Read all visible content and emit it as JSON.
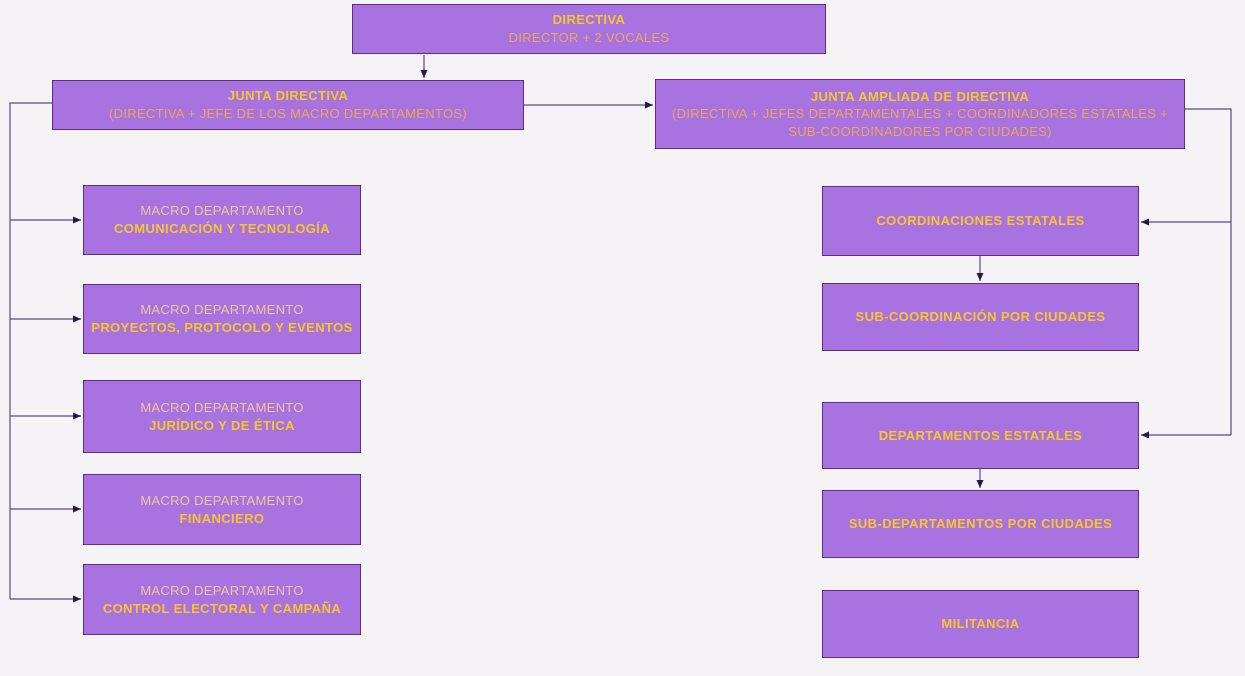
{
  "colors": {
    "background": "#f5f3f5",
    "node_fill": "#a873e0",
    "node_border": "#5d2d87",
    "title_yellow": "#f6c72b",
    "subtitle_orange": "#eaa65e",
    "label_peach": "#f0c59c",
    "connector_line": "#5b4886",
    "arrowhead": "#27184a"
  },
  "nodes": {
    "directiva": {
      "title": "DIRECTIVA",
      "subtitle": "DIRECTOR + 2 VOCALES"
    },
    "junta_directiva": {
      "title": "JUNTA DIRECTIVA",
      "subtitle": "(DIRECTIVA + JEFE DE LOS MACRO DEPARTAMENTOS)"
    },
    "junta_ampliada": {
      "title": "JUNTA AMPLIADA DE DIRECTIVA",
      "subtitle": "(DIRECTIVA + JEFES DEPARTAMENTALES + COORDINADORES ESTATALES + SUB-COORDINADORES POR CIUDADES)"
    },
    "macro_departamentos": [
      {
        "label": "MACRO DEPARTAMENTO",
        "name": "COMUNICACIÓN Y TECNOLOGÍA"
      },
      {
        "label": "MACRO DEPARTAMENTO",
        "name": "PROYECTOS, PROTOCOLO Y EVENTOS"
      },
      {
        "label": "MACRO DEPARTAMENTO",
        "name": "JURÍDICO Y DE ÉTICA"
      },
      {
        "label": "MACRO DEPARTAMENTO",
        "name": "FINANCIERO"
      },
      {
        "label": "MACRO DEPARTAMENTO",
        "name": "CONTROL ELECTORAL Y CAMPAÑA"
      }
    ],
    "coordinaciones_estatales": {
      "name": "COORDINACIONES ESTATALES"
    },
    "sub_coordinacion": {
      "name": "SUB-COORDINACIÓN POR CIUDADES"
    },
    "departamentos_estatales": {
      "name": "DEPARTAMENTOS ESTATALES"
    },
    "sub_departamentos": {
      "name": "SUB-DEPARTAMENTOS POR CIUDADES"
    },
    "militancia": {
      "name": "MILITANCIA"
    }
  }
}
